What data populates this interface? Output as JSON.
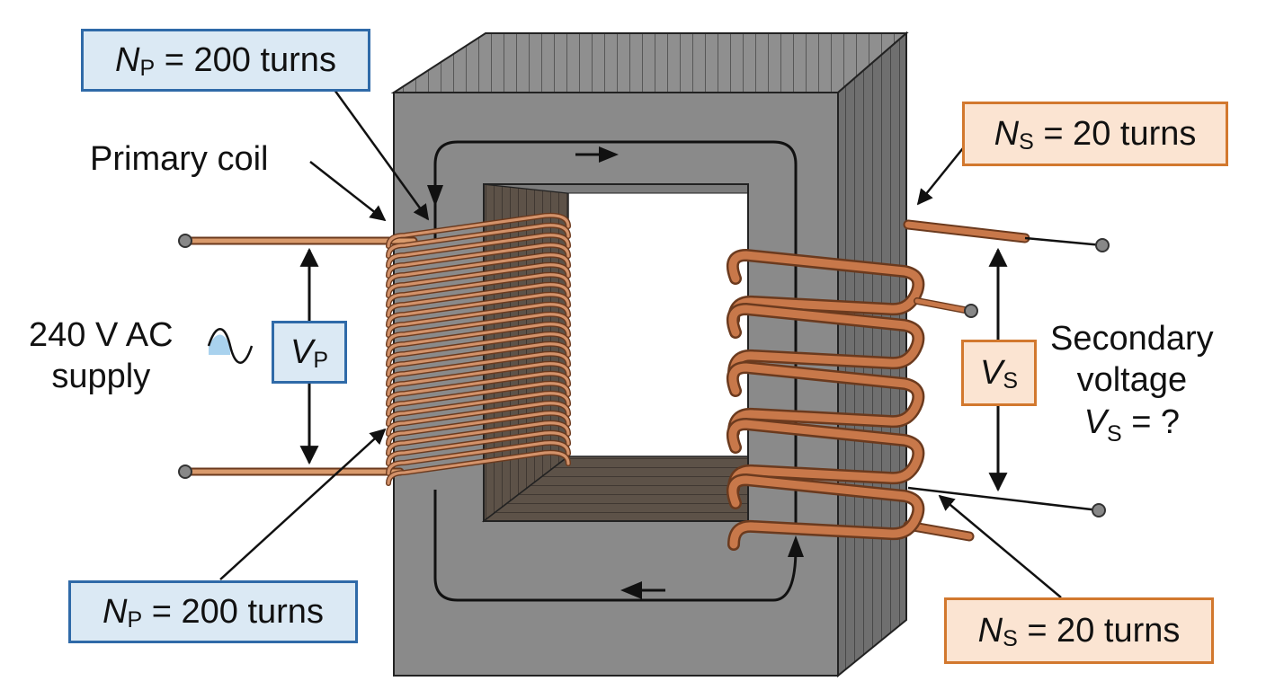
{
  "primary": {
    "turns_symbol": "N",
    "turns_subscript": "P",
    "turns_text": "= 200 turns",
    "coil_label": "Primary coil",
    "voltage_symbol": "V",
    "voltage_subscript": "P",
    "supply_line1": "240 V AC",
    "supply_line2": "supply"
  },
  "secondary": {
    "turns_symbol": "N",
    "turns_subscript": "S",
    "turns_text": "= 20 turns",
    "voltage_symbol": "V",
    "voltage_subscript": "S",
    "label_line1": "Secondary",
    "label_line2": "voltage",
    "label_line3_symbol": "V",
    "label_line3_subscript": "S",
    "label_line3_text": "= ?"
  },
  "colors": {
    "primary_box_fill": "#dbe9f4",
    "primary_box_border": "#2f6aa8",
    "secondary_box_fill": "#fbe4d2",
    "secondary_box_border": "#d2782e",
    "core": "#8a8a8a",
    "copper": "#c8784a"
  },
  "icons": {
    "ac_source": "sine-wave-icon"
  }
}
